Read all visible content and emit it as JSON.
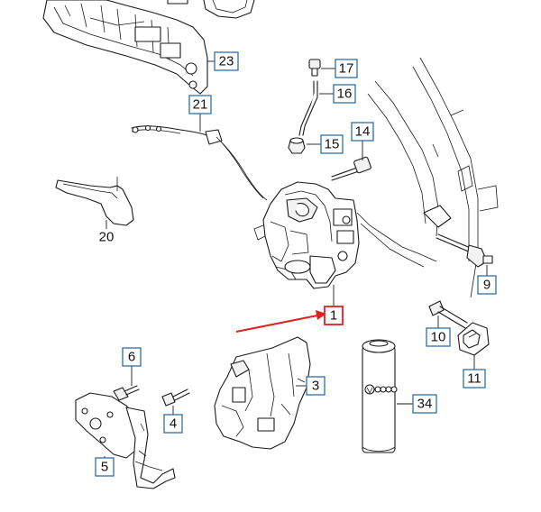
{
  "diagram": {
    "callouts": [
      {
        "id": "p1",
        "label": "1",
        "highlighted": true
      },
      {
        "id": "p3",
        "label": "3"
      },
      {
        "id": "p4",
        "label": "4"
      },
      {
        "id": "p5",
        "label": "5"
      },
      {
        "id": "p6",
        "label": "6"
      },
      {
        "id": "p9",
        "label": "9"
      },
      {
        "id": "p10",
        "label": "10"
      },
      {
        "id": "p11",
        "label": "11"
      },
      {
        "id": "p14",
        "label": "14"
      },
      {
        "id": "p15",
        "label": "15"
      },
      {
        "id": "p16",
        "label": "16"
      },
      {
        "id": "p17",
        "label": "17"
      },
      {
        "id": "p21",
        "label": "21"
      },
      {
        "id": "p23",
        "label": "23"
      },
      {
        "id": "p34",
        "label": "34"
      }
    ],
    "plain_labels": [
      {
        "id": "p20",
        "label": "20"
      }
    ],
    "colors": {
      "callout_border": "#2f6fa6",
      "highlight": "#e02020",
      "line": "#1a1a1a"
    }
  }
}
